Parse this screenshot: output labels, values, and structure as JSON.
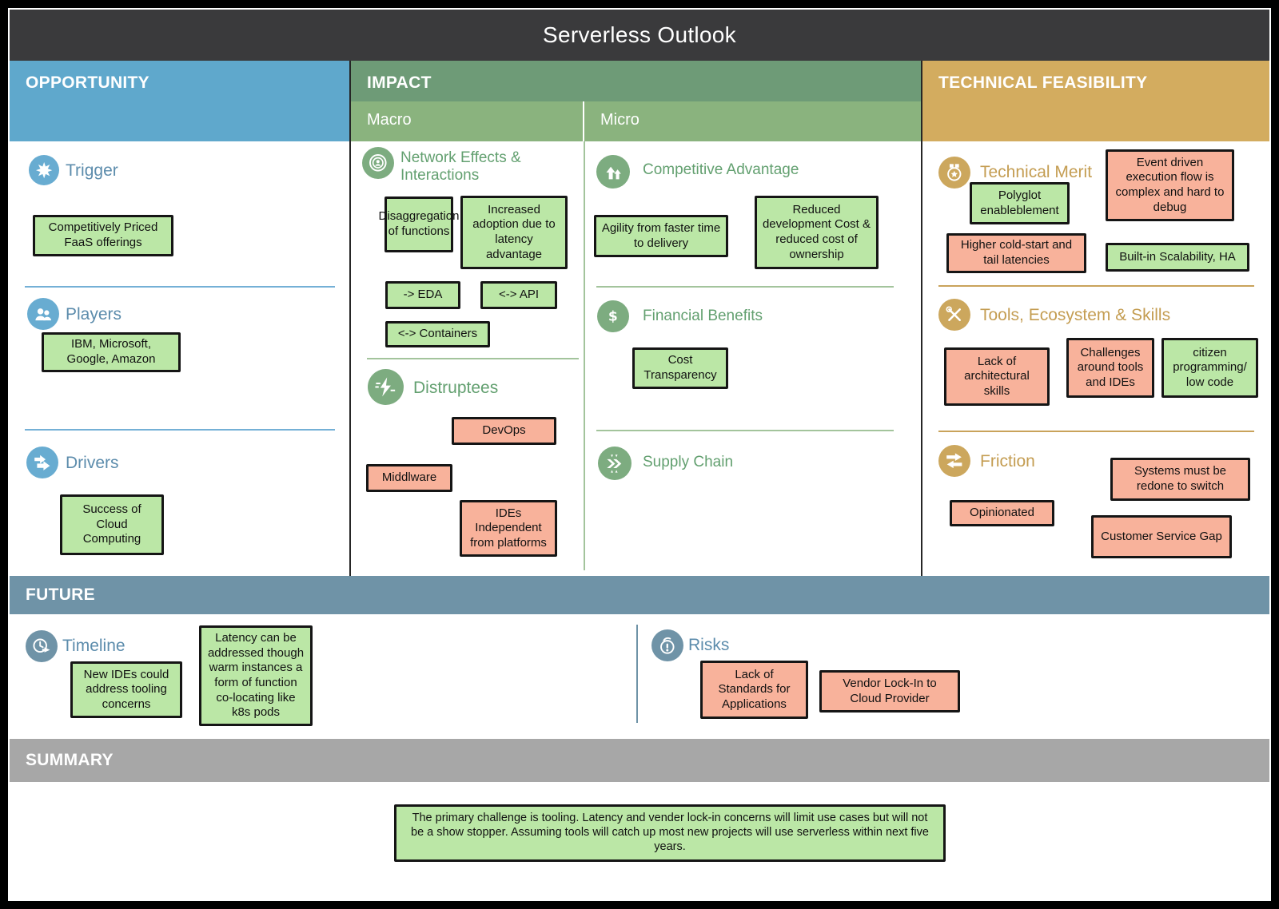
{
  "title": "Serverless Outlook",
  "colors": {
    "title-bar": "#3A3A3C",
    "opportunity": "#5FA8CC",
    "impact": "#6E9B77",
    "impact-sub": "#8AB37E",
    "technical": "#D3AC5F",
    "future": "#6F93A7",
    "summary-bar": "#A7A7A7",
    "positive-card": "#BBE7A6",
    "negative-card": "#F8B29B",
    "opp-title": "#5C8CAC",
    "impact-title": "#63A070",
    "tech-title": "#C49D52",
    "opp-icon": "#68ACD1",
    "impact-icon": "#7DAC80",
    "tech-icon": "#CCA75D",
    "future-icon": "#6F93A7",
    "opp-line": "#74B0D6",
    "impact-line": "#A3C49C",
    "tech-line": "#C9A35B",
    "card-border": "#151515"
  },
  "columns": {
    "opportunity": {
      "header": "OPPORTUNITY",
      "sections": [
        {
          "title": "Trigger",
          "icon": "burst-icon",
          "cards": [
            {
              "text": "Competitively Priced FaaS offerings",
              "tone": "positive"
            }
          ]
        },
        {
          "title": "Players",
          "icon": "people-icon",
          "cards": [
            {
              "text": "IBM, Microsoft, Google, Amazon",
              "tone": "positive"
            }
          ]
        },
        {
          "title": "Drivers",
          "icon": "forward-arrows-icon",
          "cards": [
            {
              "text": "Success of Cloud Computing",
              "tone": "positive"
            }
          ]
        }
      ]
    },
    "impact": {
      "header": "IMPACT",
      "macro": {
        "header": "Macro",
        "sections": [
          {
            "title": "Network Effects & Interactions",
            "icon": "network-rings-icon",
            "cards": [
              {
                "text": "Disaggregation of functions",
                "tone": "positive"
              },
              {
                "text": "Increased adoption due to latency advantage",
                "tone": "positive"
              },
              {
                "text": "-> EDA",
                "tone": "positive"
              },
              {
                "text": "<-> API",
                "tone": "positive"
              },
              {
                "text": "<-> Containers",
                "tone": "positive"
              }
            ]
          },
          {
            "title": "Distruptees",
            "icon": "lightning-icon",
            "cards": [
              {
                "text": "DevOps",
                "tone": "negative"
              },
              {
                "text": "Middlware",
                "tone": "negative"
              },
              {
                "text": "IDEs Independent from platforms",
                "tone": "negative"
              }
            ]
          }
        ]
      },
      "micro": {
        "header": "Micro",
        "sections": [
          {
            "title": "Competitive Advantage",
            "icon": "growth-arrows-icon",
            "cards": [
              {
                "text": "Agility from faster time to delivery",
                "tone": "positive"
              },
              {
                "text": "Reduced development Cost & reduced cost of ownership",
                "tone": "positive"
              }
            ]
          },
          {
            "title": "Financial Benefits",
            "icon": "dollar-icon",
            "cards": [
              {
                "text": "Cost Transparency",
                "tone": "positive"
              }
            ]
          },
          {
            "title": "Supply Chain",
            "icon": "supply-chain-icon",
            "cards": []
          }
        ]
      }
    },
    "technical": {
      "header": "TECHNICAL FEASIBILITY",
      "sections": [
        {
          "title": "Technical Merit",
          "icon": "merit-badge-icon",
          "cards": [
            {
              "text": "Event driven execution flow is complex and hard to debug",
              "tone": "negative"
            },
            {
              "text": "Polyglot enableblement",
              "tone": "positive"
            },
            {
              "text": "Higher cold-start and tail latencies",
              "tone": "negative"
            },
            {
              "text": "Built-in Scalability, HA",
              "tone": "positive"
            }
          ]
        },
        {
          "title": "Tools, Ecosystem & Skills",
          "icon": "tools-icon",
          "cards": [
            {
              "text": "Lack of architectural skills",
              "tone": "negative"
            },
            {
              "text": "Challenges around tools and IDEs",
              "tone": "negative"
            },
            {
              "text": "citizen programming/ low code",
              "tone": "positive"
            }
          ]
        },
        {
          "title": "Friction",
          "icon": "friction-arrows-icon",
          "cards": [
            {
              "text": "Systems must be redone to switch",
              "tone": "negative"
            },
            {
              "text": "Opinionated",
              "tone": "negative"
            },
            {
              "text": "Customer Service Gap",
              "tone": "negative"
            }
          ]
        }
      ]
    }
  },
  "future": {
    "header": "FUTURE",
    "sections": [
      {
        "title": "Timeline",
        "icon": "clock-forward-icon",
        "cards": [
          {
            "text": "New IDEs could address tooling concerns",
            "tone": "positive"
          },
          {
            "text": "Latency can be addressed though warm instances a form of function co-locating like k8s pods",
            "tone": "positive"
          }
        ]
      },
      {
        "title": "Risks",
        "icon": "risk-alert-icon",
        "cards": [
          {
            "text": "Lack of Standards for Applications",
            "tone": "negative"
          },
          {
            "text": "Vendor Lock-In to Cloud Provider",
            "tone": "negative"
          }
        ]
      }
    ]
  },
  "summary": {
    "header": "SUMMARY",
    "tone": "positive",
    "text": "The primary challenge is tooling. Latency and vender lock-in concerns will limit use cases but will not be a show stopper. Assuming tools will catch up most new projects will use serverless within next five years."
  }
}
